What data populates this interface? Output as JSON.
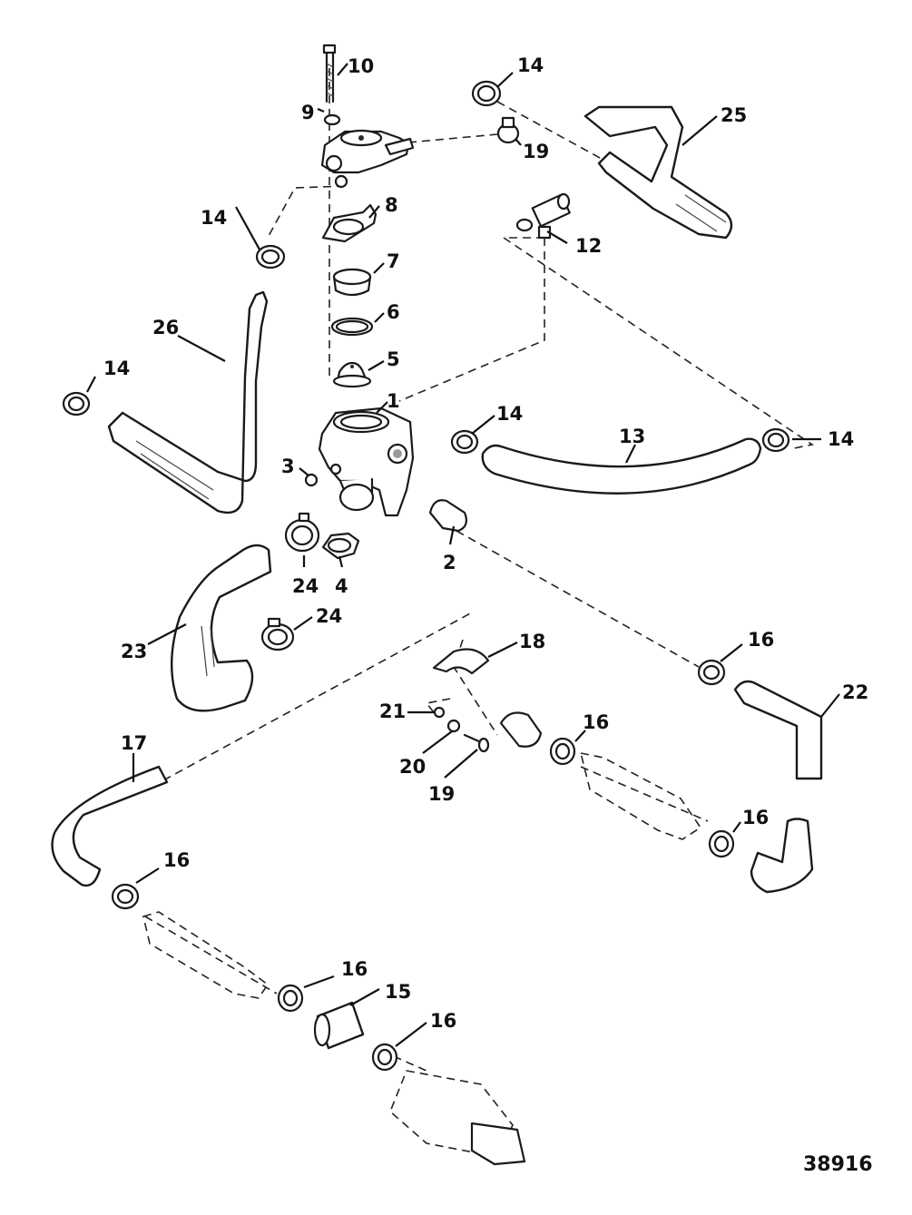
{
  "callouts": [
    {
      "id": "c10",
      "text": "10"
    },
    {
      "id": "c9",
      "text": "9"
    },
    {
      "id": "c14a",
      "text": "14"
    },
    {
      "id": "c25",
      "text": "25"
    },
    {
      "id": "c19a",
      "text": "19"
    },
    {
      "id": "c8",
      "text": "8"
    },
    {
      "id": "c14b",
      "text": "14"
    },
    {
      "id": "c12",
      "text": "12"
    },
    {
      "id": "c7",
      "text": "7"
    },
    {
      "id": "c26",
      "text": "26"
    },
    {
      "id": "c6",
      "text": "6"
    },
    {
      "id": "c14c",
      "text": "14"
    },
    {
      "id": "c5",
      "text": "5"
    },
    {
      "id": "c1",
      "text": "1"
    },
    {
      "id": "c14d",
      "text": "14"
    },
    {
      "id": "c13",
      "text": "13"
    },
    {
      "id": "c14e",
      "text": "14"
    },
    {
      "id": "c3",
      "text": "3"
    },
    {
      "id": "c2",
      "text": "2"
    },
    {
      "id": "c24a",
      "text": "24"
    },
    {
      "id": "c4",
      "text": "4"
    },
    {
      "id": "c24b",
      "text": "24"
    },
    {
      "id": "c23",
      "text": "23"
    },
    {
      "id": "c18",
      "text": "18"
    },
    {
      "id": "c16a",
      "text": "16"
    },
    {
      "id": "c22",
      "text": "22"
    },
    {
      "id": "c21",
      "text": "21"
    },
    {
      "id": "c16b",
      "text": "16"
    },
    {
      "id": "c20",
      "text": "20"
    },
    {
      "id": "c17",
      "text": "17"
    },
    {
      "id": "c19b",
      "text": "19"
    },
    {
      "id": "c16c",
      "text": "16"
    },
    {
      "id": "c16d",
      "text": "16"
    },
    {
      "id": "c16e",
      "text": "16"
    },
    {
      "id": "c15",
      "text": "15"
    },
    {
      "id": "c16f",
      "text": "16"
    }
  ],
  "figure_number": "38916"
}
